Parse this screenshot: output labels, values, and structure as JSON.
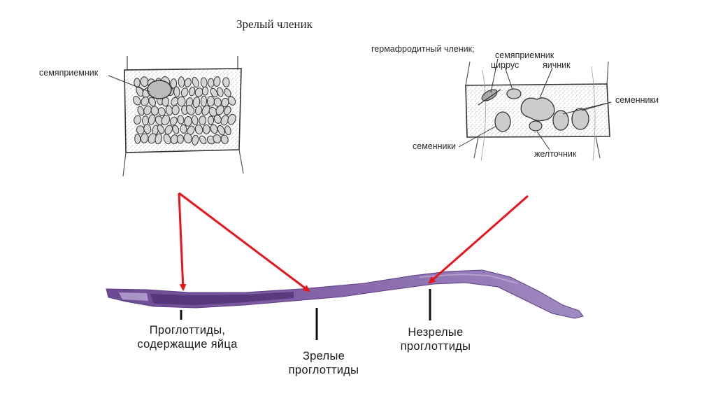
{
  "titles": {
    "mature": "Зрелый членик",
    "hermaphrodite": "гермафродитный членик;"
  },
  "labels": {
    "seminal_receptacle_mature": "семяприемник",
    "seminal_receptacle_herm": "семяприемник",
    "cirrus": "циррус",
    "ovary": "яичник",
    "testes_right": "семенники",
    "testes_left": "семенники",
    "vitellarium": "желточник"
  },
  "captions": {
    "gravid": [
      "Проглоттиды,",
      "содержащие яйца"
    ],
    "mature": [
      "Зрелые",
      "проглоттиды"
    ],
    "immature": [
      "Незрелые",
      "проглоттиды"
    ]
  },
  "colors": {
    "arrow": "#e8141c",
    "worm": "#8a6aaa",
    "worm_dark": "#4d2f73",
    "ink": "#2b2b2b"
  }
}
